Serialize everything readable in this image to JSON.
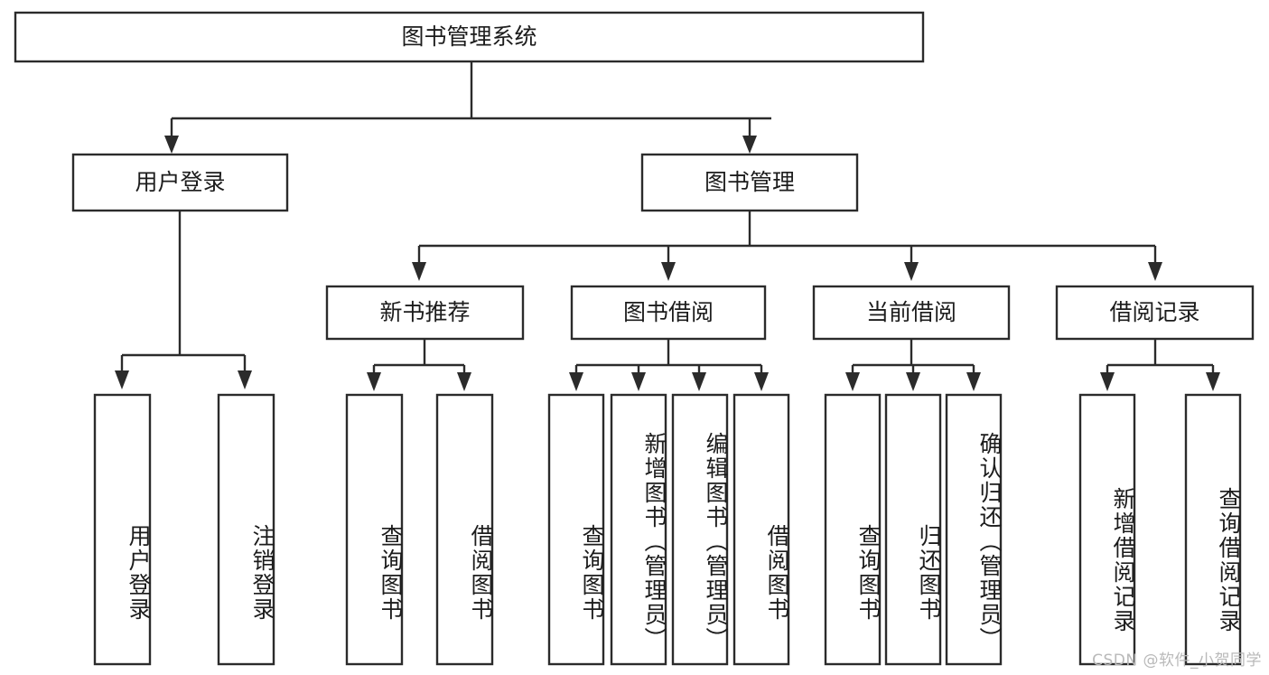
{
  "diagram": {
    "title": "图书管理系统",
    "type": "tree-hierarchy",
    "watermark": "CSDN @软件_小贺同学",
    "colors": {
      "box_border": "#2b2b2b",
      "box_fill": "#ffffff",
      "text": "#1c1c1c",
      "connector": "#2b2b2b",
      "watermark": "#b9b9b9",
      "background": "#ffffff"
    },
    "root": {
      "label": "图书管理系统"
    },
    "level2": [
      {
        "label": "用户登录"
      },
      {
        "label": "图书管理"
      }
    ],
    "level3": [
      {
        "label": "新书推荐"
      },
      {
        "label": "图书借阅"
      },
      {
        "label": "当前借阅"
      },
      {
        "label": "借阅记录"
      }
    ],
    "leaves": {
      "user_login": [
        {
          "label": "用户登录"
        },
        {
          "label": "注销登录"
        }
      ],
      "new_book_recommend": [
        {
          "label": "查询图书"
        },
        {
          "label": "借阅图书"
        }
      ],
      "book_borrow": [
        {
          "label": "查询图书"
        },
        {
          "label": "新增图书（管理员）"
        },
        {
          "label": "编辑图书（管理员）"
        },
        {
          "label": "借阅图书"
        }
      ],
      "current_borrow": [
        {
          "label": "查询图书"
        },
        {
          "label": "归还图书"
        },
        {
          "label": "确认归还（管理员）"
        }
      ],
      "borrow_record": [
        {
          "label": "新增借阅记录"
        },
        {
          "label": "查询借阅记录"
        }
      ]
    }
  }
}
